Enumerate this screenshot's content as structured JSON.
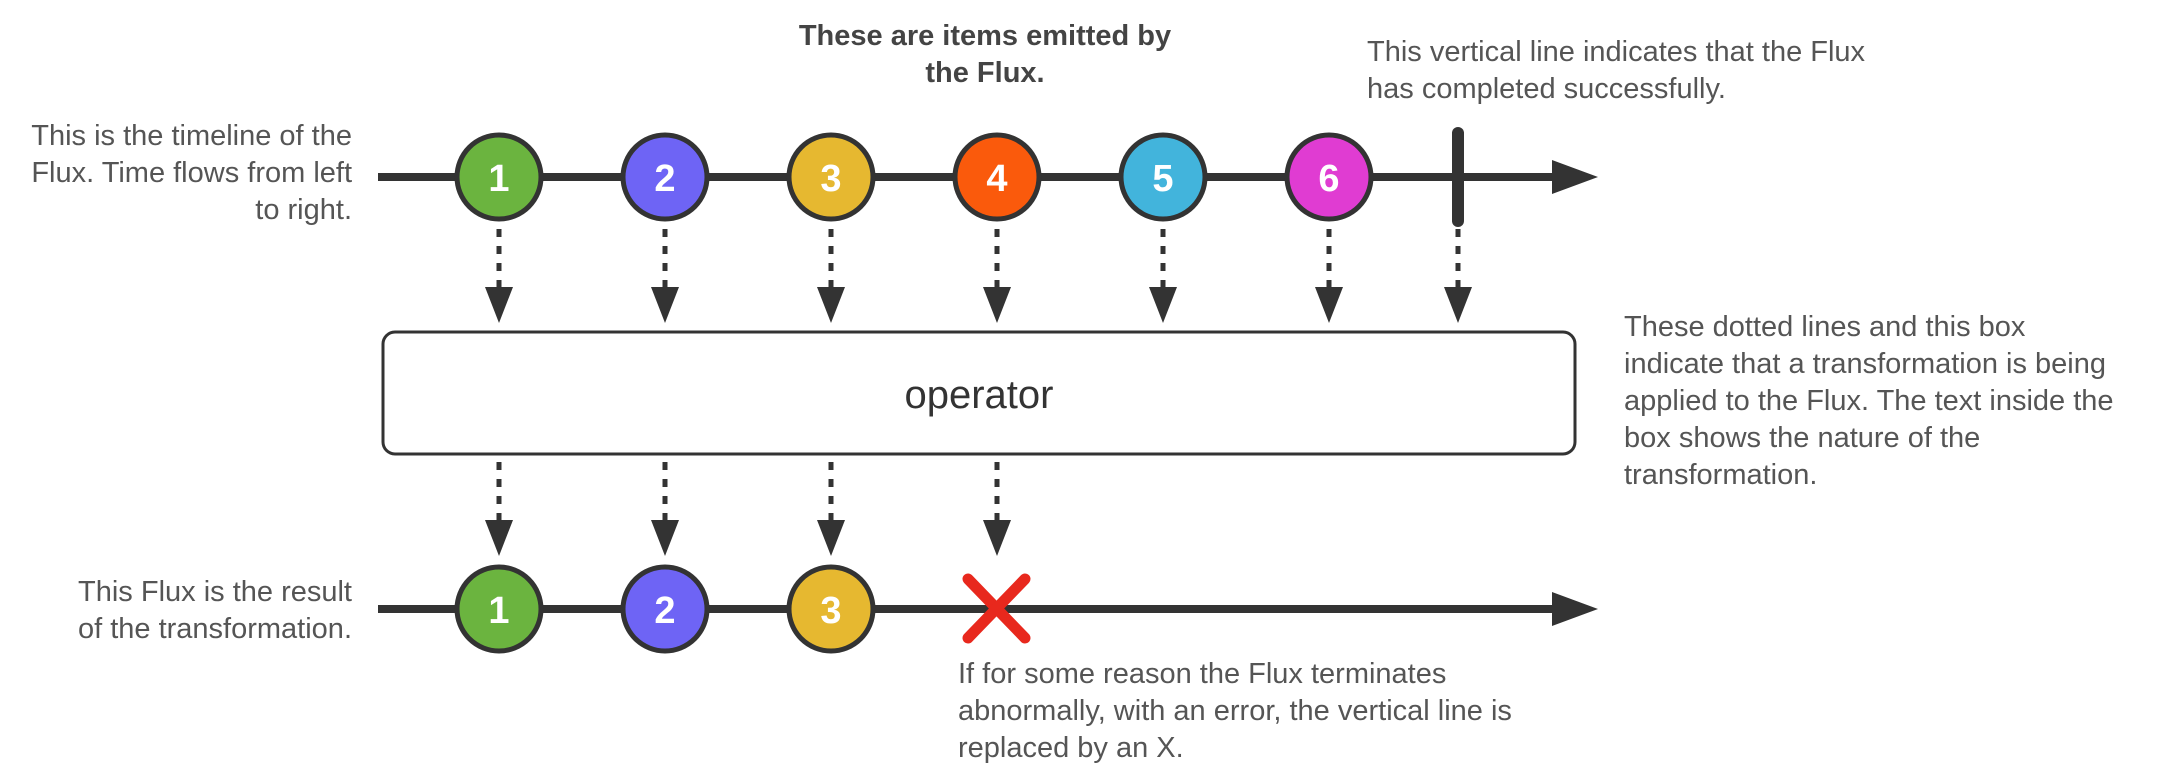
{
  "colors": {
    "line": "#333333",
    "marble_stroke": "#333333",
    "error_x": "#e8281d",
    "text": "#555555"
  },
  "annotations": {
    "items_emitted": [
      "These are items emitted by",
      "the Flux."
    ],
    "timeline": [
      "This is the timeline of the",
      "Flux. Time flows from left",
      "to right."
    ],
    "completed": [
      "This vertical line indicates that the Flux",
      "has completed successfully."
    ],
    "operator_box": [
      "These dotted lines and this box",
      "indicate that a transformation is being",
      "applied to the Flux. The text inside the",
      "box shows the nature of the",
      "transformation."
    ],
    "result": [
      "This Flux is the result",
      "of the transformation."
    ],
    "error": [
      "If for some reason the Flux terminates",
      "abnormally, with an error, the vertical line is",
      "replaced by an X."
    ]
  },
  "operator_label": "operator",
  "source_items": [
    {
      "label": "1",
      "color": "#6bb43f"
    },
    {
      "label": "2",
      "color": "#6e64f5"
    },
    {
      "label": "3",
      "color": "#e6b830"
    },
    {
      "label": "4",
      "color": "#fa5a0c"
    },
    {
      "label": "5",
      "color": "#42b4dc"
    },
    {
      "label": "6",
      "color": "#e03cd2"
    }
  ],
  "result_items": [
    {
      "label": "1",
      "color": "#6bb43f"
    },
    {
      "label": "2",
      "color": "#6e64f5"
    },
    {
      "label": "3",
      "color": "#e6b830"
    }
  ]
}
